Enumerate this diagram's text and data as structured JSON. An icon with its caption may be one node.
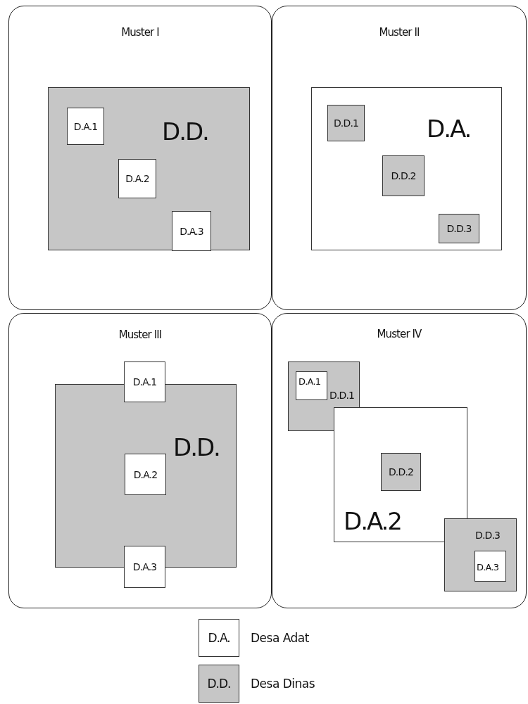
{
  "diagram": {
    "nodes": [
      {
        "text": [
          "Muster I"
        ]
      },
      {
        "text": [
          "D.D."
        ],
        "in": 0
      },
      {
        "text": [
          "D.A.1"
        ],
        "in": 1
      },
      {
        "text": [
          "D.A.2"
        ],
        "in": 1
      },
      {
        "text": [
          "D.A.3"
        ],
        "in": 1
      },
      {
        "text": [
          "Muster II"
        ]
      },
      {
        "text": [
          "D.A."
        ],
        "in": 5
      },
      {
        "text": [
          "D.D.1"
        ],
        "in": 6
      },
      {
        "text": [
          "D.D.2"
        ],
        "in": 6
      },
      {
        "text": [
          "D.D.3"
        ],
        "in": 6
      },
      {
        "text": [
          "Muster III"
        ]
      },
      {
        "text": [
          "D.D."
        ],
        "in": 10
      },
      {
        "text": [
          "D.A.1"
        ],
        "in": 10
      },
      {
        "text": [
          "D.A.2"
        ],
        "in": 11
      },
      {
        "text": [
          "D.A.3"
        ],
        "in": 10
      },
      {
        "text": [
          "Muster IV"
        ]
      },
      {
        "text": [
          "D.D.1"
        ],
        "in": 15
      },
      {
        "text": [
          "D.A.1"
        ],
        "in": 16
      },
      {
        "text": [
          "D.A.2"
        ],
        "in": 15
      },
      {
        "text": [
          "D.D.2"
        ],
        "in": 18
      },
      {
        "text": [
          "D.D.3"
        ],
        "in": 15
      },
      {
        "text": [
          "D.A.3"
        ],
        "in": 20
      }
    ],
    "labels": [
      "D.A.",
      "D.D."
    ],
    "legend": [
      {
        "text": "Desa Adat",
        "color": "#ffffff"
      },
      {
        "text": "Desa Dinas",
        "color": "#c6c6c6"
      }
    ]
  }
}
